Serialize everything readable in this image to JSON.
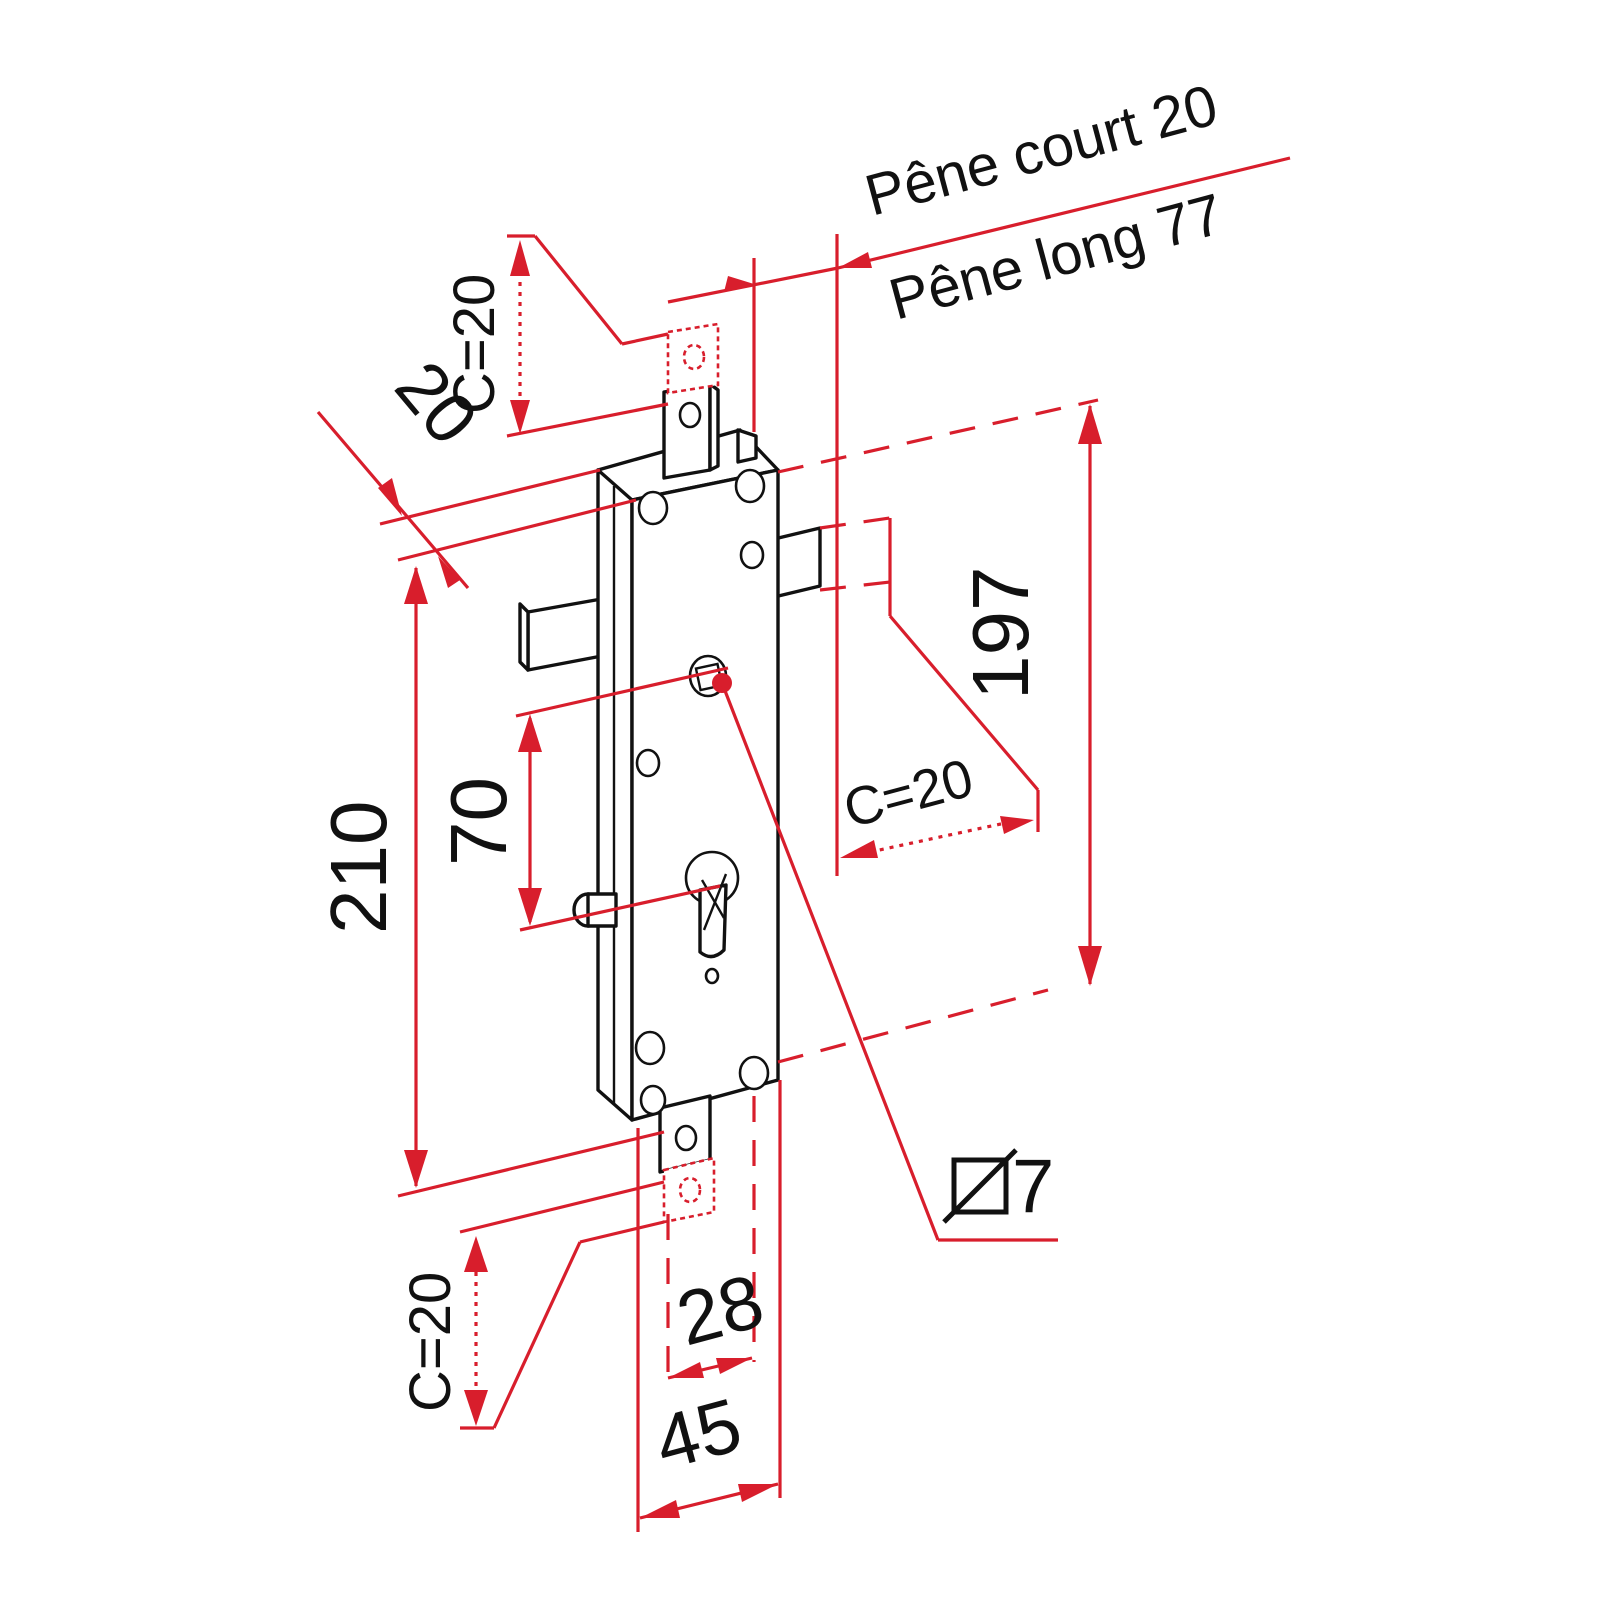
{
  "drawing": {
    "accent_color": "#d81e2c",
    "line_color": "#111111",
    "labels": {
      "pene_court": "Pêne court 20",
      "pene_long": "Pêne long 77",
      "c20_top": "C=20",
      "c20_right": "C=20",
      "c20_bottom": "C=20",
      "height_total": "210",
      "height_holes": "197",
      "spacing": "70",
      "offset_top": "20",
      "backset": "28",
      "width": "45",
      "diameter": "7"
    },
    "icons": {
      "diameter_symbol": "diameter-icon"
    }
  }
}
